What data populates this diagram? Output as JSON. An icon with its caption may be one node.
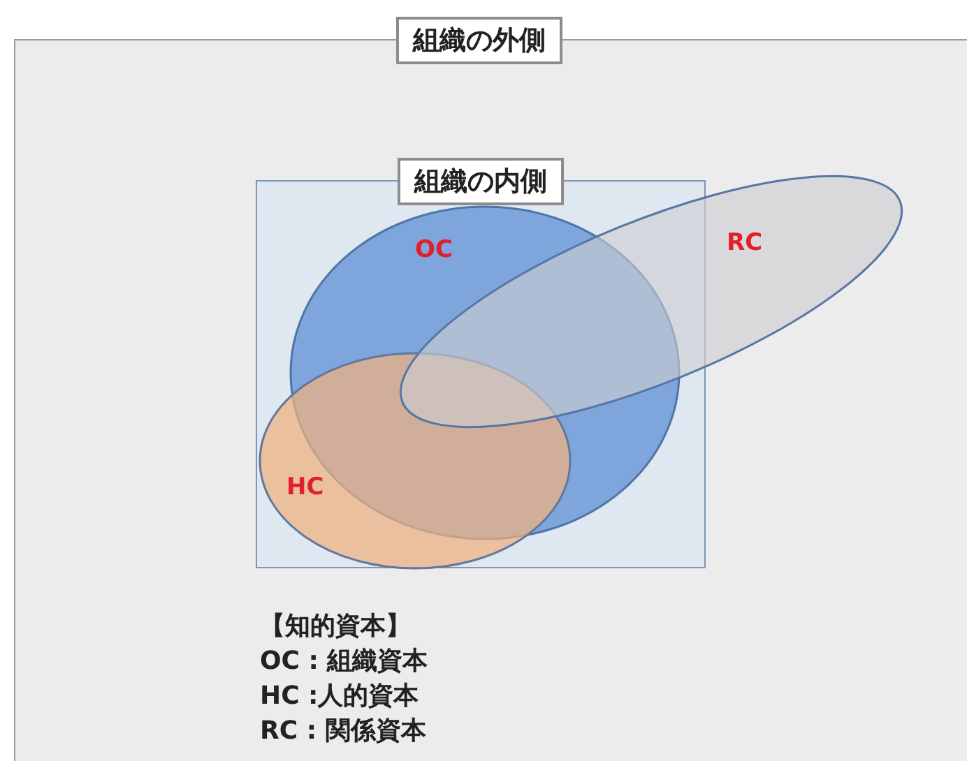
{
  "diagram": {
    "nodes": [
      {
        "text": [
          "組織の外側"
        ]
      },
      {
        "text": [
          "組織の内側"
        ],
        "in": 0
      },
      {
        "text": [
          "OC"
        ],
        "in": 1
      },
      {
        "text": [
          "HC"
        ],
        "in": 1
      },
      {
        "text": [
          "RC"
        ],
        "in": 0
      }
    ],
    "labels": [
      "【知的資本】",
      "OC : 組織資本",
      "HC :人的資本",
      "RC : 関係資本"
    ]
  }
}
